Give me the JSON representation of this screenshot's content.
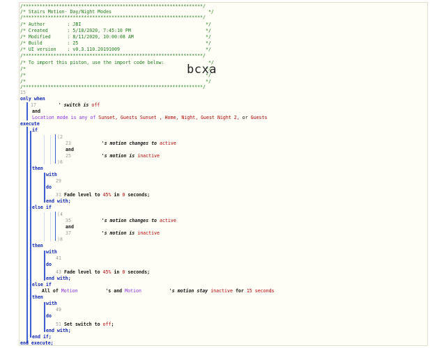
{
  "header": {
    "line1": "/*****************************************************************/",
    "title": "/* Stairs Motion- Day/Night Modes                                   */",
    "line3": "/*****************************************************************/",
    "author": "/* Author        : JBI                                             */",
    "created": "/* Created       : 5/18/2020, 7:45:10 PM                           */",
    "modified": "/* Modified      : 8/11/2020, 10:00:08 AM                          */",
    "build": "/* Build         : 25                                              */",
    "uiversion": "/* UI version    : v0.3.110.20191009                               */",
    "line9": "/*****************************************************************/",
    "import": "/* To import this piston, use the import code below:                */",
    "blank1": "/*                                                                 */",
    "blank2": "/*                                                                 */",
    "blank3": "/*                                                                 */",
    "line13": "/*****************************************************************/"
  },
  "watermark": "bcxa",
  "code": {
    "n15": "15",
    "only_when": "only when",
    "n17": "17",
    "switch_is": "' switch is ",
    "off1": "off",
    "and1": "and",
    "location_mode": "Location mode is any of ",
    "modes": "Sunset, Guests Sunset , Home, Night, Guest Night 2, ",
    "or": "or ",
    "guests": "Guests",
    "execute": "execute",
    "if1": "if",
    "paren2": "(2",
    "n23": "23",
    "motion_changes1": "'s motion changes to ",
    "active1": "active",
    "and2": "and",
    "n25": "25",
    "motion_is1": "'s motion is ",
    "inactive1": "inactive",
    "paren6": ")6",
    "then1": "then",
    "with1": "with",
    "n29": "29",
    "do1": "do",
    "n31": "31",
    "fade1": "Fade level to ",
    "pct1": "45%",
    "in1": " in ",
    "zero1": "0",
    "sec1": " seconds;",
    "endwith1": "end with;",
    "elseif1": "else if",
    "paren4": "(4",
    "n35": "35",
    "motion_changes2": "'s motion changes to ",
    "active2": "active",
    "and3": "and",
    "n37": "37",
    "motion_is2": "'s motion is ",
    "inactive2": "inactive",
    "paren8": ")8",
    "then2": "then",
    "with2": "with",
    "n41": "41",
    "do2": "do",
    "n43": "43",
    "fade2": "Fade level to ",
    "pct2": "45%",
    "in2": " in ",
    "zero2": "0",
    "sec2": " seconds;",
    "endwith2": "end with;",
    "elseif2": "else if",
    "allof": "All of ",
    "motion_a": "Motion",
    "s_and": "'s and ",
    "motion_b": "Motion",
    "stay": "'s motion stay ",
    "inactive3": "inactive",
    "for": " for ",
    "secs15": "15 seconds",
    "then3": "then",
    "with3": "with",
    "n49": "49",
    "do3": "do",
    "n51": "51",
    "setswitch": "Set switch to ",
    "off2": "off",
    "semi": ";",
    "endwith3": "end with;",
    "endif": "end if;",
    "endexecute": "end execute;"
  }
}
